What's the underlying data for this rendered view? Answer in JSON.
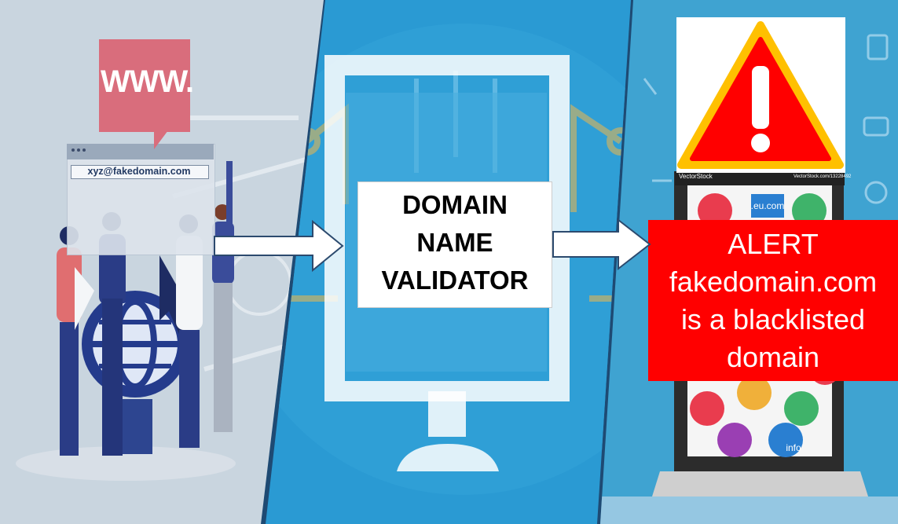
{
  "panel1": {
    "www_text": "WWW.",
    "url_text": "xyz@fakedomain.com"
  },
  "validator": {
    "line1": "DOMAIN",
    "line2": "NAME",
    "line3": "VALIDATOR"
  },
  "alert": {
    "line1": "ALERT",
    "line2": "fakedomain.com",
    "line3": "is a blacklisted",
    "line4": "domain"
  },
  "phone": {
    "brand": "VectorStock",
    "stock_id": "VectorStock.com/13228492",
    "screen_labels": [
      ".eu.com",
      "info"
    ]
  },
  "colors": {
    "alert_red": "#ff0000",
    "warning_red": "#ff0000",
    "warning_yellow": "#ffc000",
    "panel2_blue": "#2a9ad3",
    "www_pink": "#d96d7c"
  }
}
